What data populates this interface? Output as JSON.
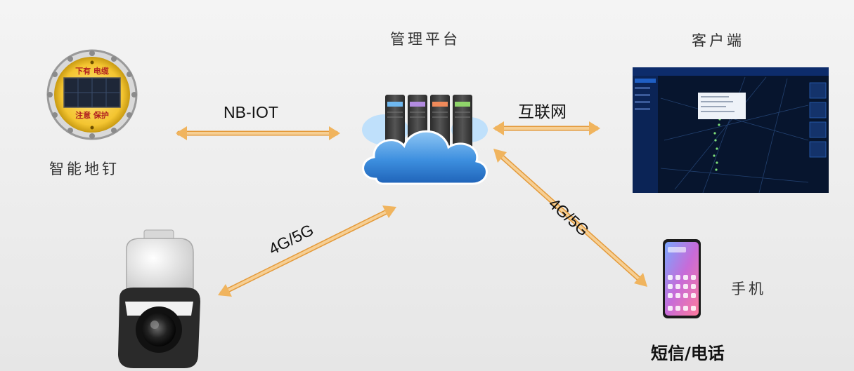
{
  "nodes": {
    "platform": "管理平台",
    "client": "客户端",
    "sensor": "智能地钉",
    "phone": "手机",
    "sms": "短信/电话"
  },
  "sensor_device": {
    "top_text": "下有 电缆",
    "bottom_text": "注意 保护"
  },
  "links": {
    "nb_iot": "NB-IOT",
    "internet": "互联网",
    "cellular_phone": "4G/5G",
    "cellular_camera": "4G/5G"
  },
  "colors": {
    "arrow": "#f2c27a",
    "arrow_edge": "#e49a3a",
    "cloud": "#2f7fd6",
    "screen_bg": "#0b1a3a"
  }
}
